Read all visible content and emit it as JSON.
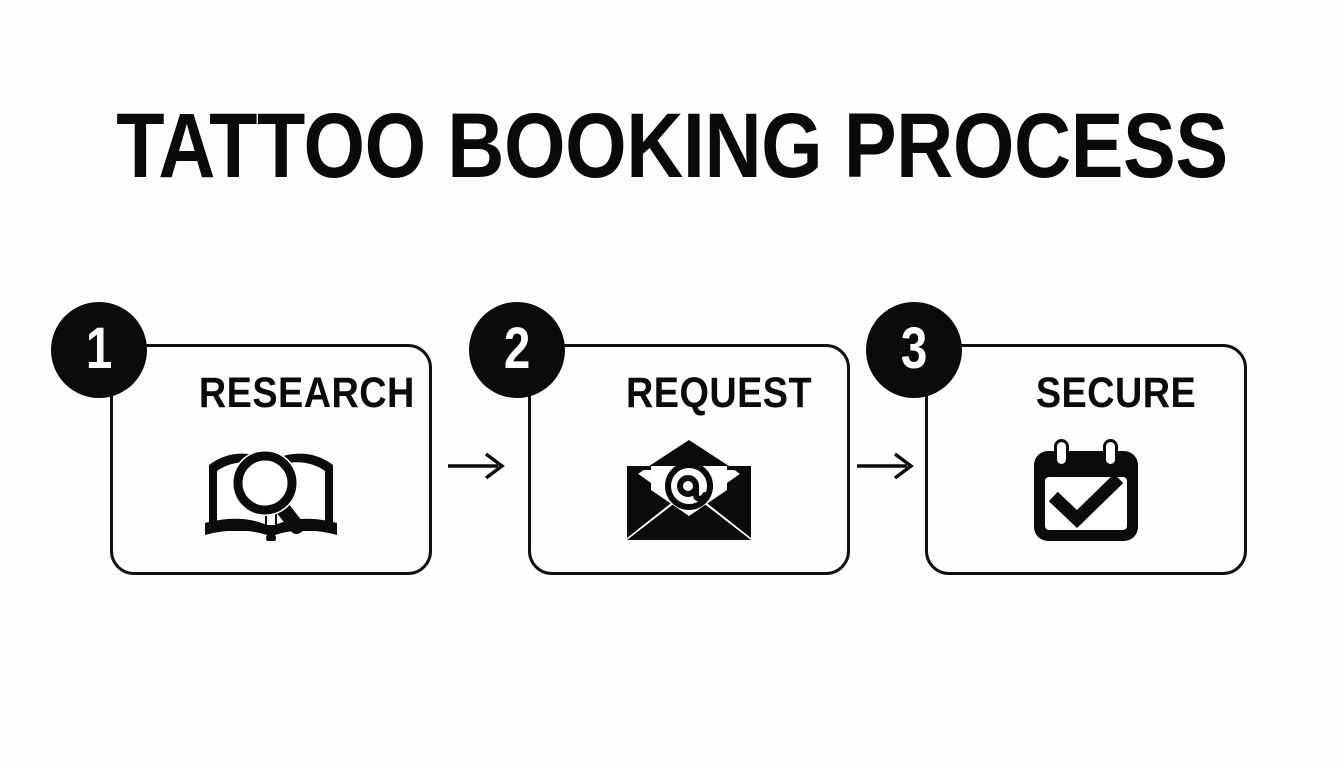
{
  "page": {
    "title": "TATTOO BOOKING PROCESS",
    "background_color": "#fdfdfd",
    "ink_color": "#0b0b0b"
  },
  "flow": {
    "connector_icon": "arrow-right-icon",
    "connectors": [
      {
        "name": "arrow-1-to-2"
      },
      {
        "name": "arrow-2-to-3"
      }
    ],
    "steps": [
      {
        "number": "1",
        "label": "RESEARCH",
        "icon": "book-magnifier-icon"
      },
      {
        "number": "2",
        "label": "REQUEST",
        "icon": "envelope-at-icon"
      },
      {
        "number": "3",
        "label": "SECURE",
        "icon": "calendar-check-icon"
      }
    ]
  }
}
